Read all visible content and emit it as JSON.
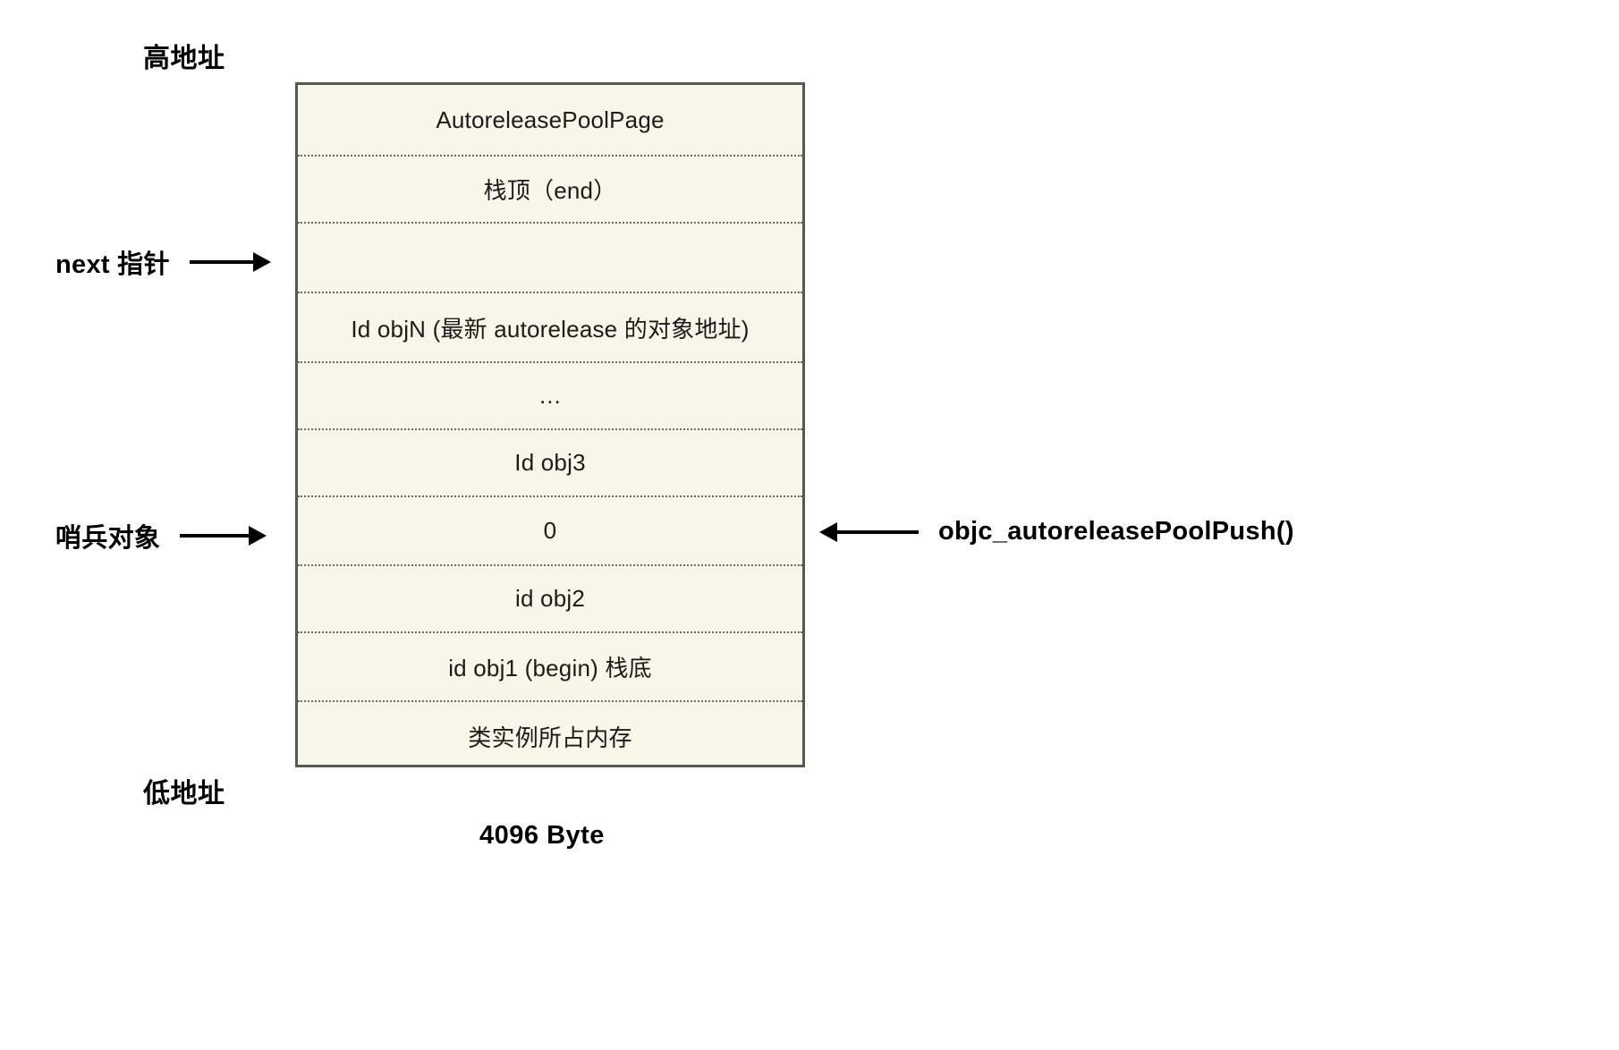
{
  "diagram": {
    "title_row": "AutoreleasePoolPage",
    "labels": {
      "high_address": "高地址",
      "low_address": "低地址",
      "page_size": "4096 Byte"
    },
    "annotations": {
      "next_pointer": "next 指针",
      "sentinel_object": "哨兵对象",
      "push_function": "objc_autoreleasePoolPush()"
    },
    "rows": [
      {
        "text": "AutoreleasePoolPage",
        "height": 80
      },
      {
        "text": "栈顶（end）",
        "height": 75
      },
      {
        "text": "",
        "height": 78
      },
      {
        "text": "Id objN (最新 autorelease 的对象地址)",
        "height": 78
      },
      {
        "text": "…",
        "height": 75
      },
      {
        "text": "Id obj3",
        "height": 75
      },
      {
        "text": "0",
        "height": 77
      },
      {
        "text": "id obj2",
        "height": 75
      },
      {
        "text": "id obj1 (begin) 栈底",
        "height": 77
      },
      {
        "text": "类实例所占内存",
        "height": 76
      }
    ]
  },
  "colors": {
    "page_background": "#f8f6e8",
    "page_border": "#595850",
    "row_divider": "#6b6a60",
    "text": "#1b1b1b",
    "annotation": "#000000"
  }
}
